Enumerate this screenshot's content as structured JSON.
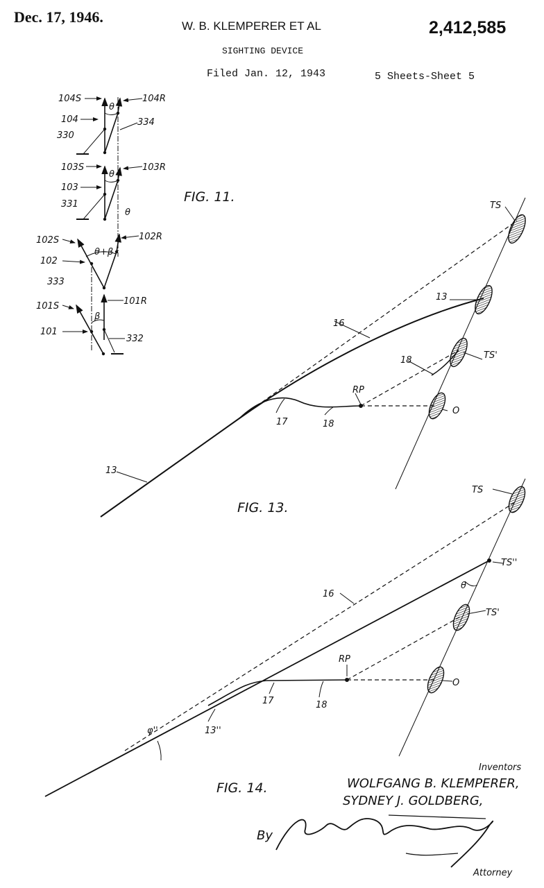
{
  "header": {
    "date": "Dec. 17, 1946.",
    "inventor_short": "W. B. KLEMPERER ET AL",
    "patent_number": "2,412,585",
    "title": "SIGHTING DEVICE",
    "filed": "Filed Jan. 12, 1943",
    "sheets": "5 Sheets-Sheet 5"
  },
  "fig11": {
    "caption": "FIG. 11.",
    "labels": [
      "104S",
      "104R",
      "104",
      "334",
      "330",
      "103S",
      "103R",
      "103",
      "331",
      "102S",
      "102R",
      "102",
      "333",
      "101S",
      "101R",
      "101",
      "332"
    ],
    "angles": [
      "θ",
      "θ",
      "θ",
      "θ+β",
      "β"
    ]
  },
  "fig13": {
    "caption": "FIG. 13.",
    "labels": [
      "TS",
      "13",
      "16",
      "18",
      "TS'",
      "RP",
      "17",
      "18",
      "O",
      "13"
    ]
  },
  "fig14": {
    "caption": "FIG. 14.",
    "labels": [
      "TS",
      "TS''",
      "θ",
      "16",
      "TS'",
      "RP",
      "O",
      "17",
      "18",
      "φ''",
      "13''"
    ]
  },
  "footer": {
    "inventors_label": "Inventors",
    "inventor1": "WOLFGANG B. KLEMPERER,",
    "inventor2": "SYDNEY J. GOLDBERG,",
    "by": "By",
    "signature": "Harold E. Mattingly",
    "attorney_label": "Attorney"
  }
}
